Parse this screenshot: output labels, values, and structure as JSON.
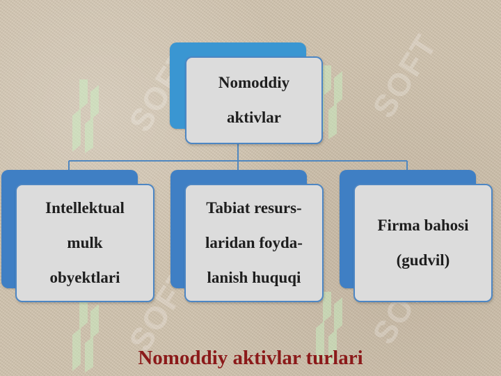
{
  "diagram": {
    "root": {
      "lines": [
        "Nomoddiy",
        "aktivlar"
      ]
    },
    "children": [
      {
        "lines": [
          "Intellektual",
          "mulk",
          "obyektlari"
        ]
      },
      {
        "lines": [
          "Tabiat resurs-",
          "laridan foyda-",
          "lanish huquqi"
        ]
      },
      {
        "lines": [
          "Firma bahosi",
          "(gudvil)"
        ]
      }
    ]
  },
  "caption": "Nomoddiy aktivlar turlari",
  "watermark": "SOFT",
  "colors": {
    "background": "#cfc2ad",
    "box_back": "#3f7fc4",
    "root_back": "#3a96d2",
    "box_front": "#dcdcdc",
    "box_border": "#4d86c3",
    "caption": "#8b1a1a",
    "watermark": "#c8f0c8"
  }
}
